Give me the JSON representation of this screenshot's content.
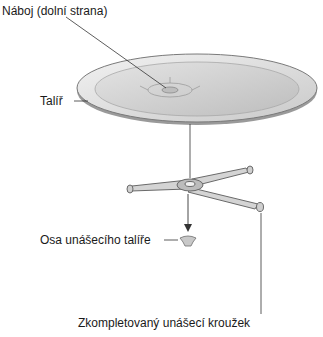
{
  "diagram": {
    "labels": [
      "Náboj (dolní strana)",
      "Talíř",
      "Osa unášecího talíře",
      "Zkompletovaný unášecí kroužek"
    ]
  }
}
